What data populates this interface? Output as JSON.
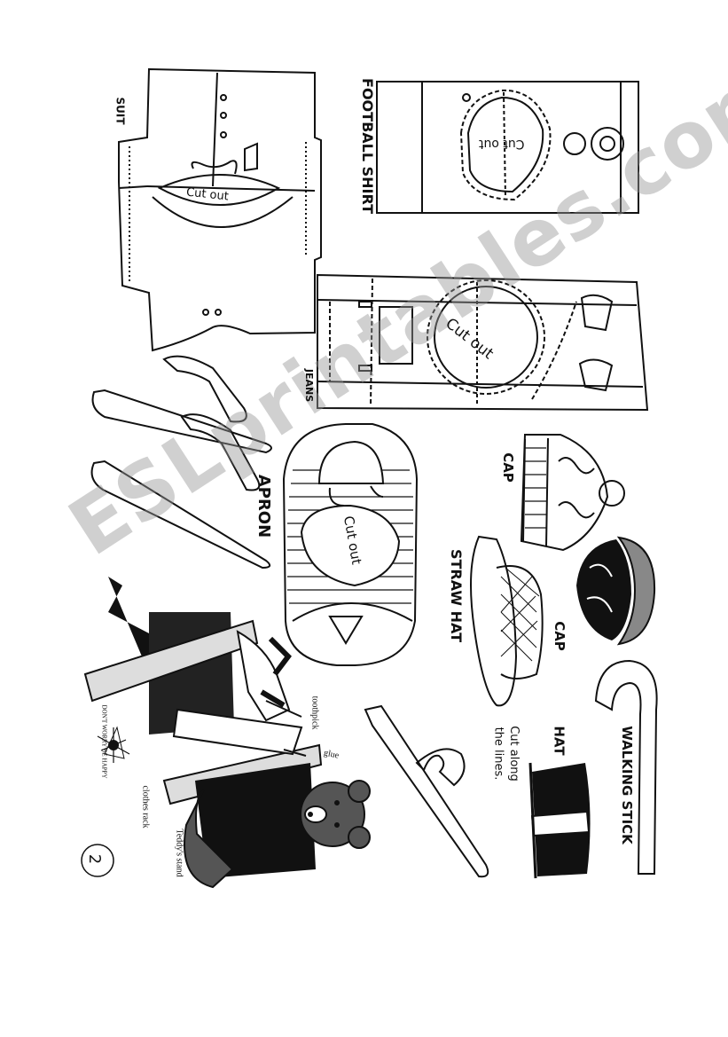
{
  "labels": {
    "suit": "SUIT",
    "football_shirt": "FOOTBALL SHIRT",
    "jeans": "JEANS",
    "apron": "APRON",
    "cap_top": "CAP",
    "cap_bottom": "CAP",
    "straw_hat": "STRAW HAT",
    "walking_stick": "WALKING STICK",
    "hat": "HAT",
    "cut_instruction_line1": "Cut along",
    "cut_instruction_line2": "the lines.",
    "toothpick": "toothpick",
    "glue": "glue",
    "clothes_rack": "clothes rack",
    "teddys_stand": "Teddy's stand",
    "page_number": "2",
    "dont_worry": "DON'T WORRY BE HAPPY"
  },
  "cut_out": {
    "suit": "Cut out",
    "football_shirt": "Cut out",
    "jeans": "Cut out",
    "apron": "Cut out"
  },
  "watermark": "ESLprintables.com"
}
